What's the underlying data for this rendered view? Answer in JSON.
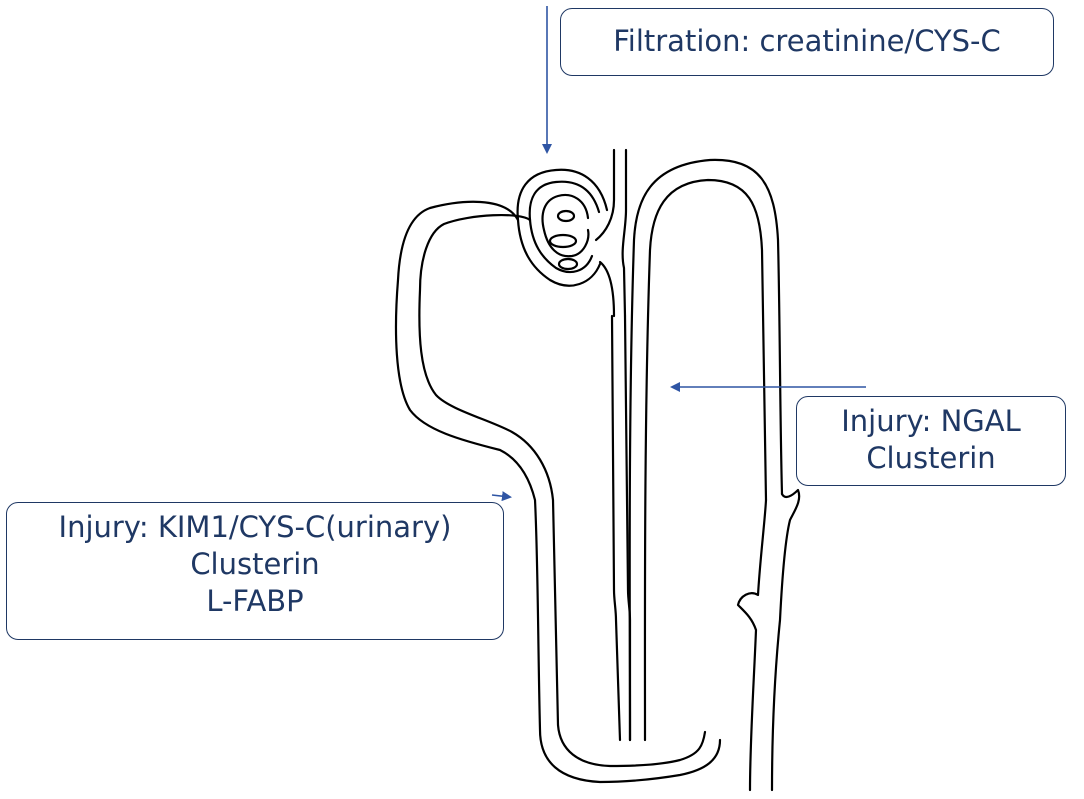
{
  "colors": {
    "tubule_outline": "#000000",
    "arrow": "#2f55a4",
    "label_text": "#1f3864",
    "label_border": "#1f3864"
  },
  "labels": {
    "filtration": {
      "line1": "Filtration: creatinine/CYS-C"
    },
    "ngal": {
      "line1": "Injury: NGAL",
      "line2": "Clusterin"
    },
    "kim1": {
      "line1": "Injury: KIM1/CYS-C(urinary)",
      "line2": "Clusterin",
      "line3": "L-FABP"
    }
  },
  "icons": [
    "arrow-down-icon",
    "arrow-left-icon",
    "arrow-right-icon"
  ]
}
